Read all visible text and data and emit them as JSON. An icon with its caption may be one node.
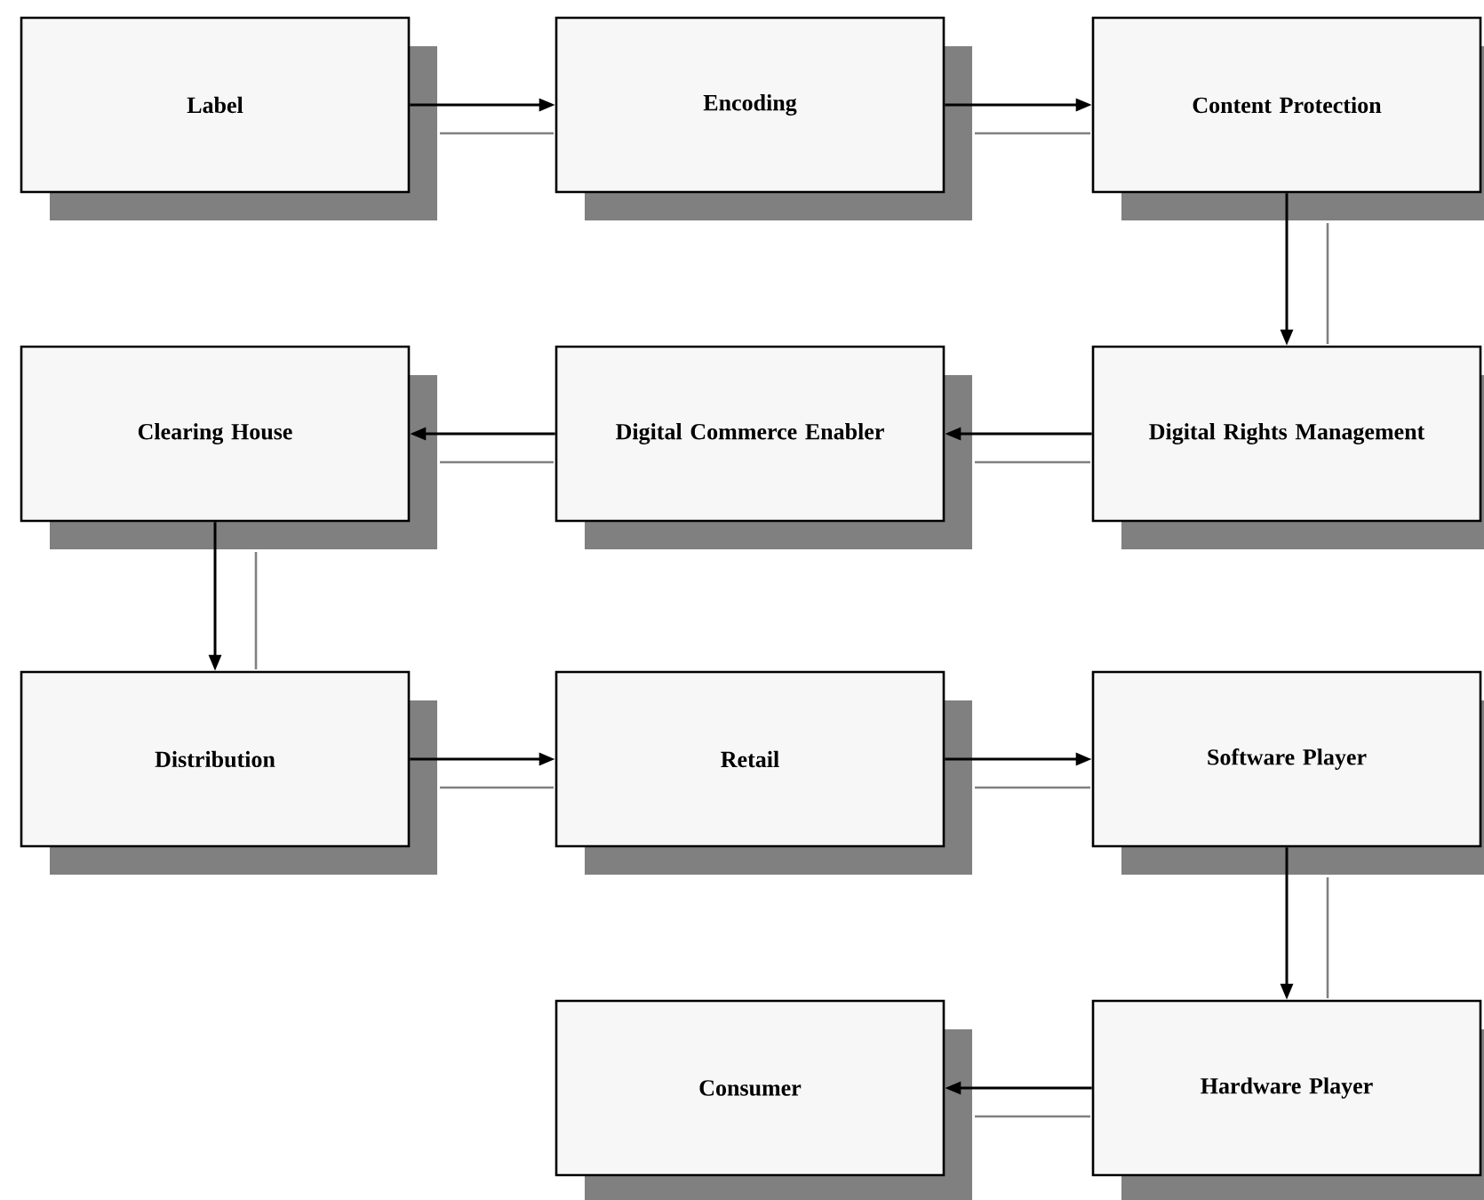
{
  "diagram": {
    "nodes": [
      {
        "text": [
          "Label"
        ]
      },
      {
        "text": [
          "Encoding"
        ]
      },
      {
        "text": [
          "Content Protection"
        ]
      },
      {
        "text": [
          "Clearing House"
        ]
      },
      {
        "text": [
          "Digital Commerce Enabler"
        ]
      },
      {
        "text": [
          "Digital Rights Management"
        ]
      },
      {
        "text": [
          "Distribution"
        ]
      },
      {
        "text": [
          "Retail"
        ]
      },
      {
        "text": [
          "Software Player"
        ]
      },
      {
        "text": [
          "Consumer"
        ]
      },
      {
        "text": [
          "Hardware Player"
        ]
      }
    ],
    "edges": [
      {
        "from": 0,
        "to": 1,
        "arrow": "to"
      },
      {
        "from": 1,
        "to": 2,
        "arrow": "to"
      },
      {
        "from": 2,
        "to": 5,
        "arrow": "to"
      },
      {
        "from": 5,
        "to": 4,
        "arrow": "to"
      },
      {
        "from": 4,
        "to": 3,
        "arrow": "to"
      },
      {
        "from": 3,
        "to": 6,
        "arrow": "to"
      },
      {
        "from": 6,
        "to": 7,
        "arrow": "to"
      },
      {
        "from": 7,
        "to": 8,
        "arrow": "to"
      },
      {
        "from": 8,
        "to": 10,
        "arrow": "to"
      },
      {
        "from": 10,
        "to": 9,
        "arrow": "to"
      }
    ]
  }
}
